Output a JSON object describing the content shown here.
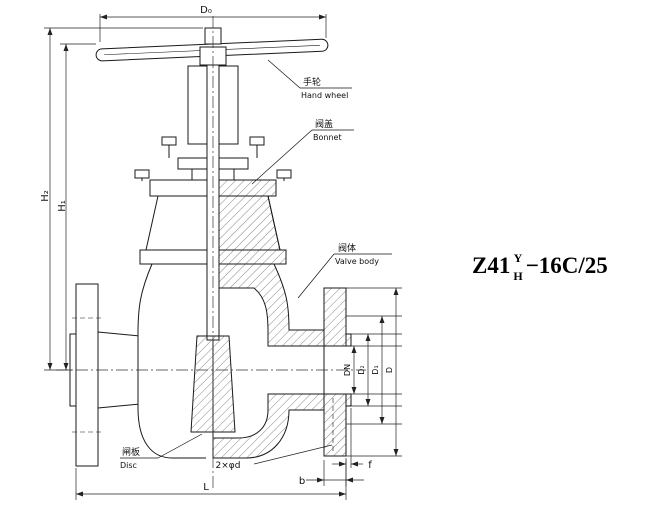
{
  "drawing": {
    "model": {
      "series": "Z41",
      "top": "Y",
      "bottom": "H",
      "spec": "−16C/25"
    },
    "callouts": {
      "handwheel": {
        "cn": "手轮",
        "en": "Hand wheel"
      },
      "bonnet": {
        "cn": "阀盖",
        "en": "Bonnet"
      },
      "valve_body": {
        "cn": "阀体",
        "en": "Valve body"
      },
      "disc": {
        "cn": "闸板",
        "en": "Disc"
      }
    },
    "dims": {
      "d0": "D₀",
      "h2": "H₂",
      "h1": "H₁",
      "l": "L",
      "b": "b",
      "f": "f",
      "bolt_holes": "2×φd",
      "dn": "DN",
      "d2": "D₂",
      "d1": "D₁",
      "d": "D"
    }
  }
}
